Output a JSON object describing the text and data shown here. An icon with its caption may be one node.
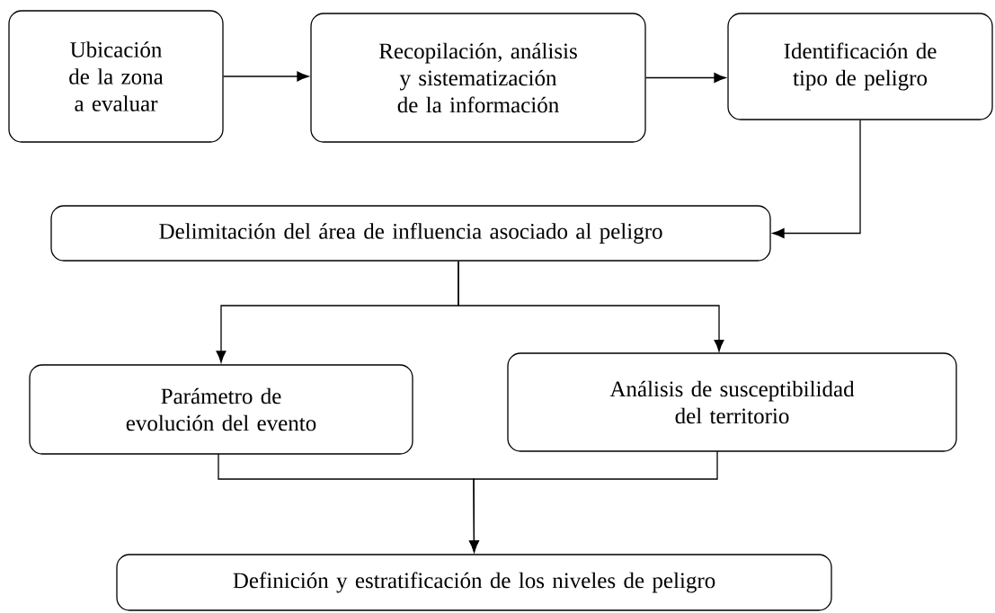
{
  "diagram": {
    "nodes": [
      {
        "text": [
          "Ubicación de la zona a evaluar"
        ]
      },
      {
        "text": [
          "Recopilación, análisis y sistematización de la información"
        ]
      },
      {
        "text": [
          "Identificación de tipo de peligro"
        ]
      },
      {
        "text": [
          "Delimitación del área de influencia asociado al peligro"
        ]
      },
      {
        "text": [
          "Parámetro de evolución del evento"
        ]
      },
      {
        "text": [
          "Análisis de susceptibilidad del territorio"
        ]
      },
      {
        "text": [
          "Definición y estratificación de los niveles de peligro"
        ]
      }
    ],
    "edges": [
      {
        "from": 0,
        "to": 1,
        "arrow": "to"
      },
      {
        "from": 1,
        "to": 2,
        "arrow": "to"
      },
      {
        "from": 2,
        "to": 3,
        "arrow": "to"
      },
      {
        "from": 3,
        "to": 4,
        "arrow": "to"
      },
      {
        "from": 3,
        "to": 5,
        "arrow": "to"
      },
      {
        "from": 4,
        "to": 6,
        "arrow": "to"
      },
      {
        "from": 5,
        "to": 6,
        "arrow": "to"
      }
    ]
  }
}
